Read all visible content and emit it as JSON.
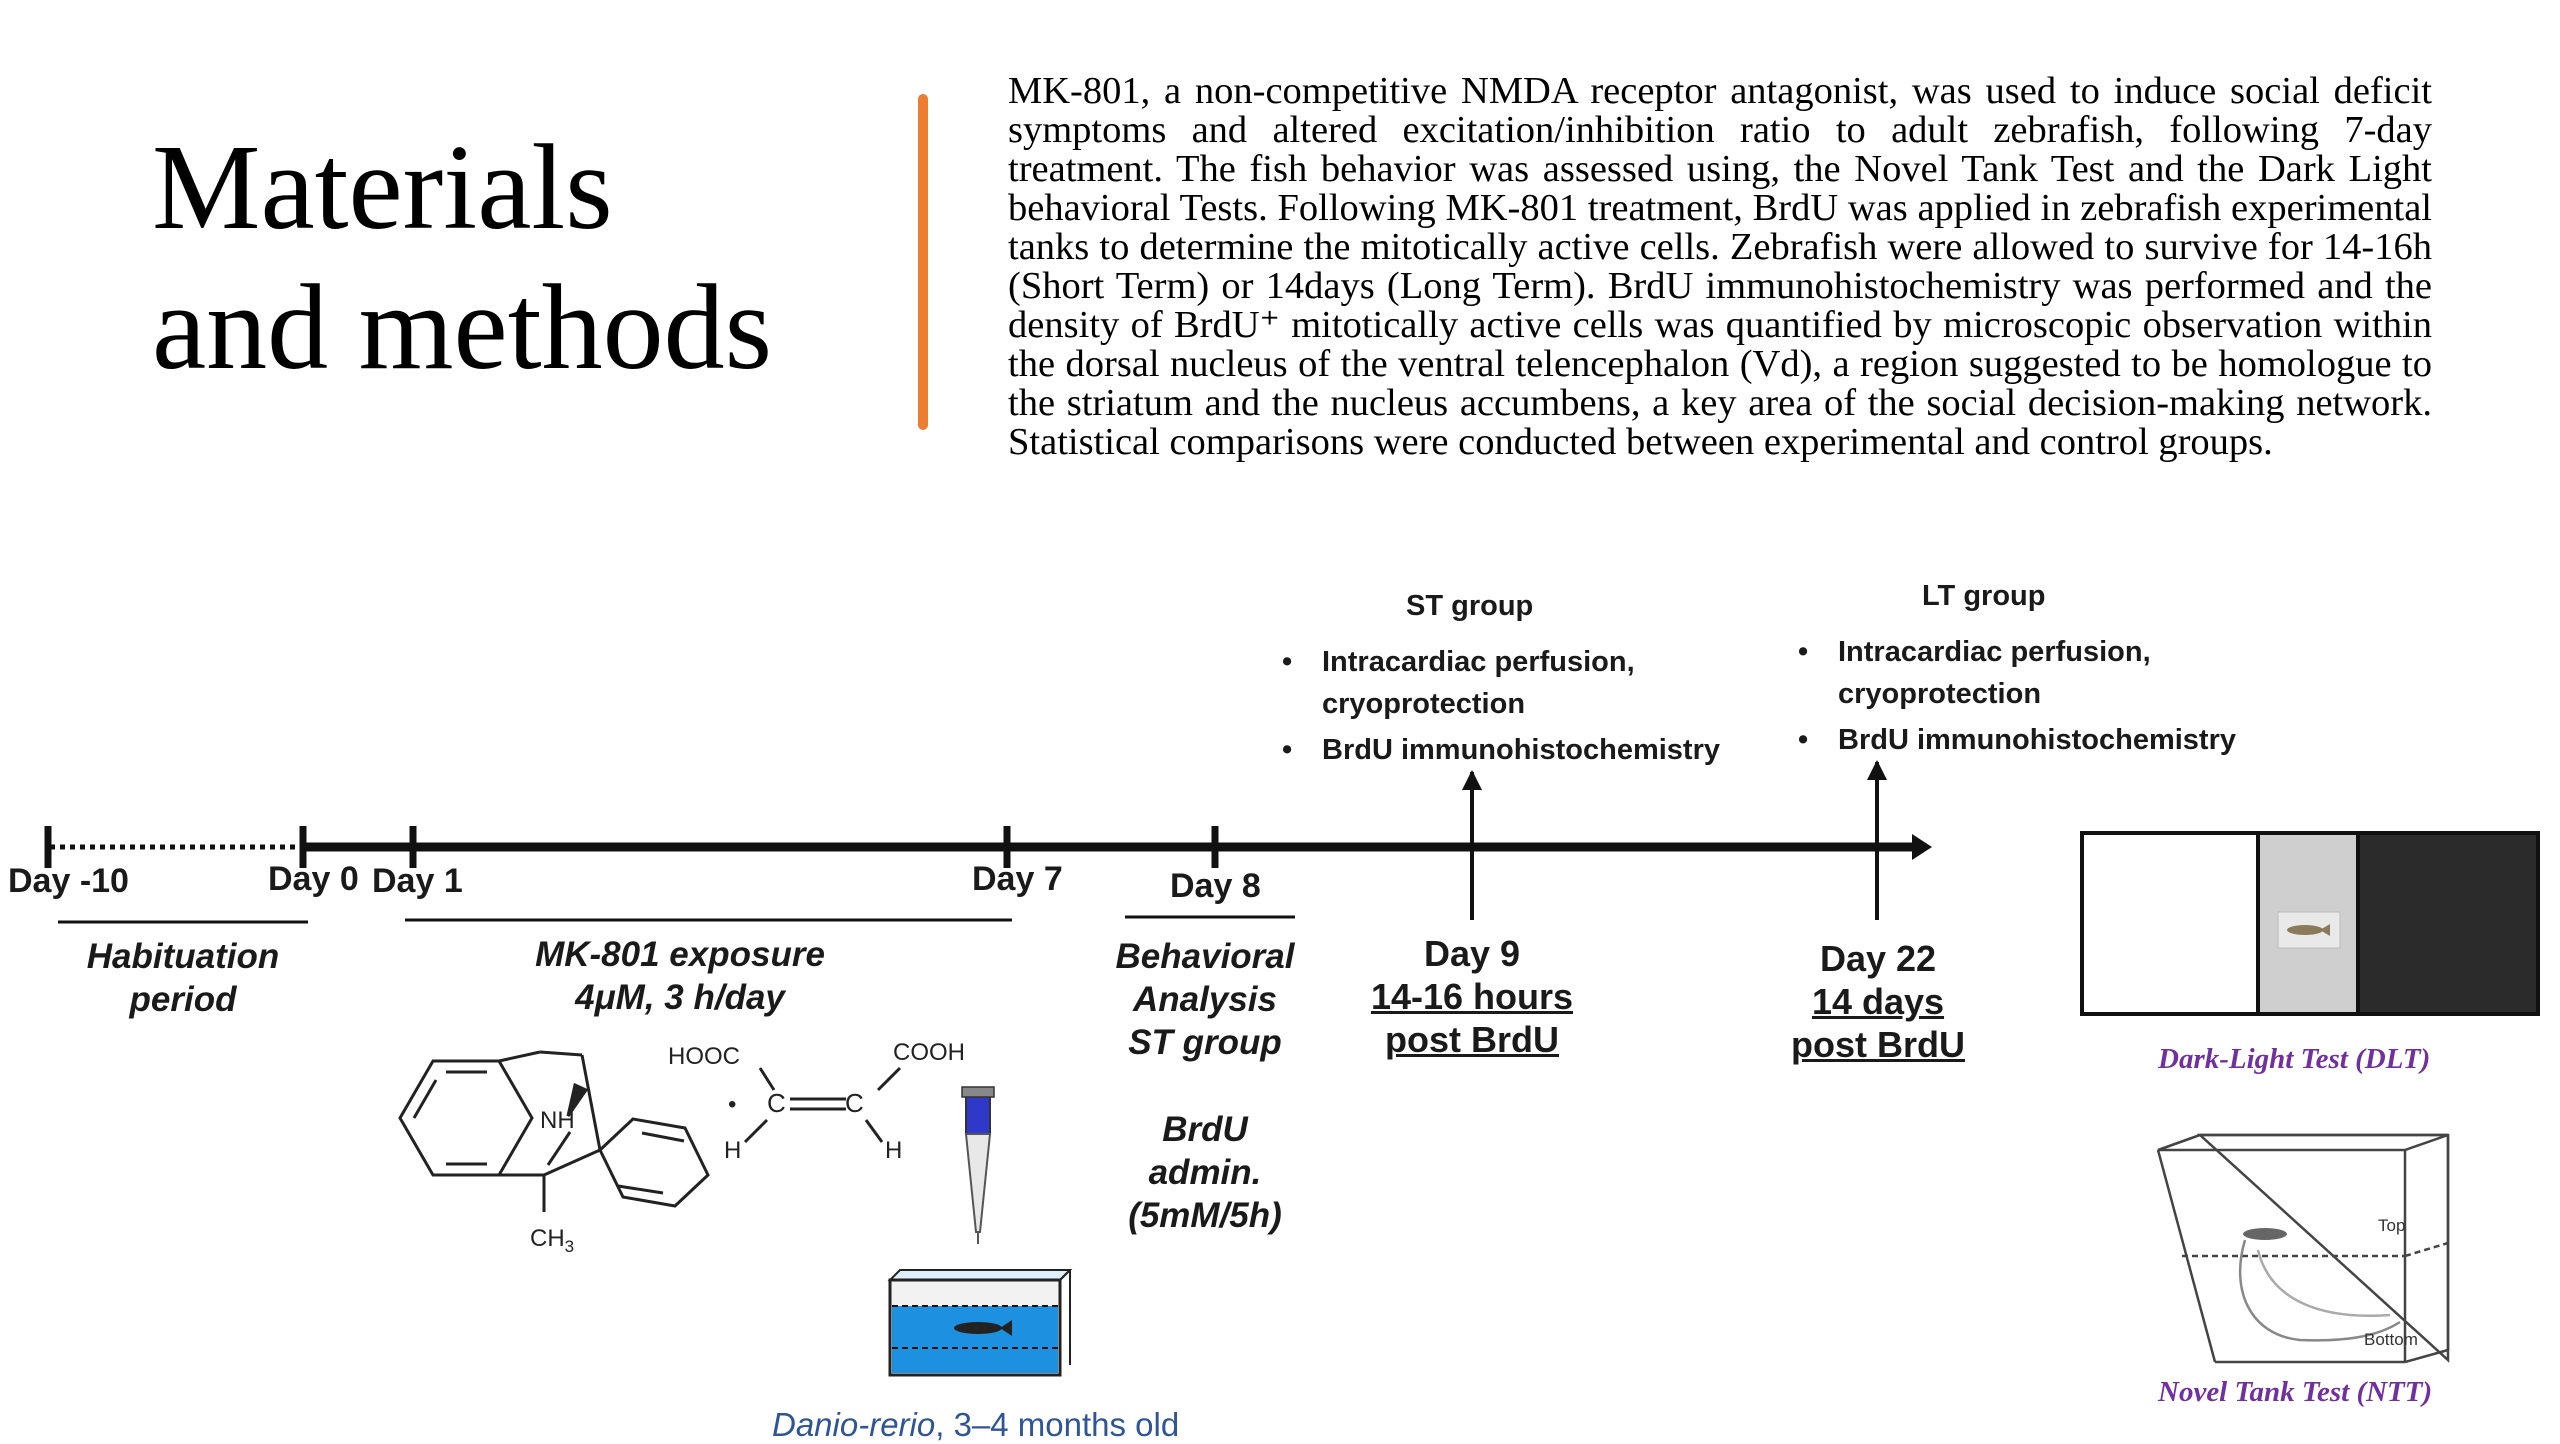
{
  "title": {
    "line1": "Materials",
    "line2": "and methods"
  },
  "abstract": "MK-801, a non-competitive NMDA receptor antagonist, was used to induce social deficit symptoms and altered excitation/inhibition ratio to adult zebrafish, following 7-day treatment. The fish behavior was assessed using, the Novel Tank Test and the Dark Light behavioral Tests. Following MK-801 treatment, BrdU was applied in zebrafish experimental tanks to determine the mitotically active cells. Zebrafish were allowed to survive for 14-16h (Short Term) or 14days (Long Term). BrdU immunohistochemistry was performed and the density of BrdU⁺ mitotically active cells was quantified by microscopic observation within the dorsal nucleus of the ventral telencephalon (Vd), a region suggested to be homologue to the striatum and the nucleus accumbens, a key area of the social decision-making network. Statistical comparisons were conducted between experimental and control groups.",
  "timeline": {
    "days": [
      "Day -10",
      "Day 0",
      "Day 1",
      "Day 7",
      "Day 8"
    ],
    "habituation": "Habituation period",
    "exposure": {
      "line1": "MK-801 exposure",
      "line2": "4μM, 3 h/day"
    },
    "behavioral": {
      "line1": "Behavioral",
      "line2": "Analysis",
      "line3": "ST group"
    },
    "brdu": {
      "line1": "BrdU",
      "line2": "admin.",
      "line3": "(5mM/5h)"
    },
    "day9": {
      "title": "Day 9",
      "line1": "14-16 hours",
      "line2": "post BrdU"
    },
    "day22": {
      "title": "Day 22",
      "line1": "14 days",
      "line2": "post BrdU"
    },
    "st_group": {
      "title": "ST group",
      "items": [
        "Intracardiac perfusion, cryoprotection",
        "BrdU immunohistochemistry"
      ]
    },
    "lt_group": {
      "title": "LT group",
      "items": [
        "Intracardiac perfusion, cryoprotection",
        "BrdU immunohistochemistry"
      ]
    }
  },
  "chem": {
    "hooc": "HOOC",
    "cooh": "COOH",
    "nh": "NH",
    "ch3": "CH",
    "ch3_sub": "3",
    "h": "H",
    "c": "C",
    "dot": "•"
  },
  "species": {
    "name": "Danio-rerio",
    "rest": ", 3–4 months old"
  },
  "tests": {
    "dlt": "Dark-Light Test (DLT)",
    "ntt": "Novel Tank Test (NTT)",
    "ntt_top": "Top",
    "ntt_bottom": "Bottom"
  },
  "colors": {
    "accent": "#ED7D31",
    "caption": "#7030A0",
    "species": "#2F5597",
    "water": "#1E90E0"
  }
}
